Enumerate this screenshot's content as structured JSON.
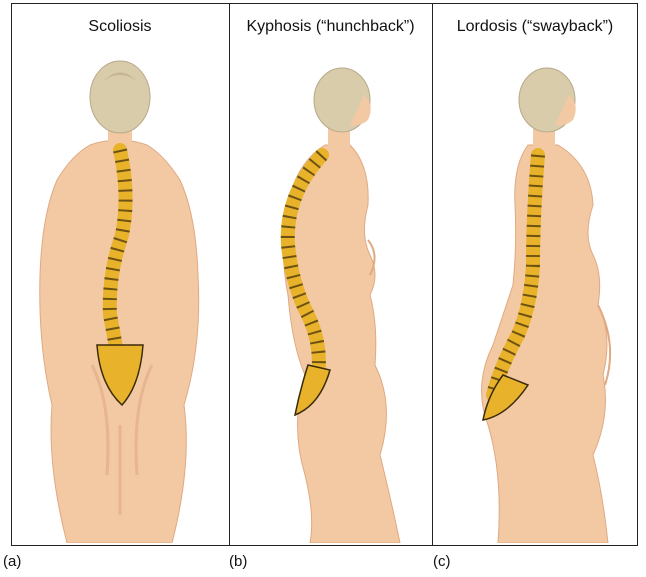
{
  "panels": [
    {
      "title": "Scoliosis",
      "letter": "(a)"
    },
    {
      "title": "Kyphosis (“hunchback”)",
      "letter": "(b)"
    },
    {
      "title": "Lordosis (“swayback”)",
      "letter": "(c)"
    }
  ],
  "colors": {
    "skin": "#f2c9a3",
    "skin_shadow": "#e0a982",
    "hair": "#d8ccab",
    "spine": "#e8b32a",
    "spine_outline": "#3a2a0a"
  }
}
